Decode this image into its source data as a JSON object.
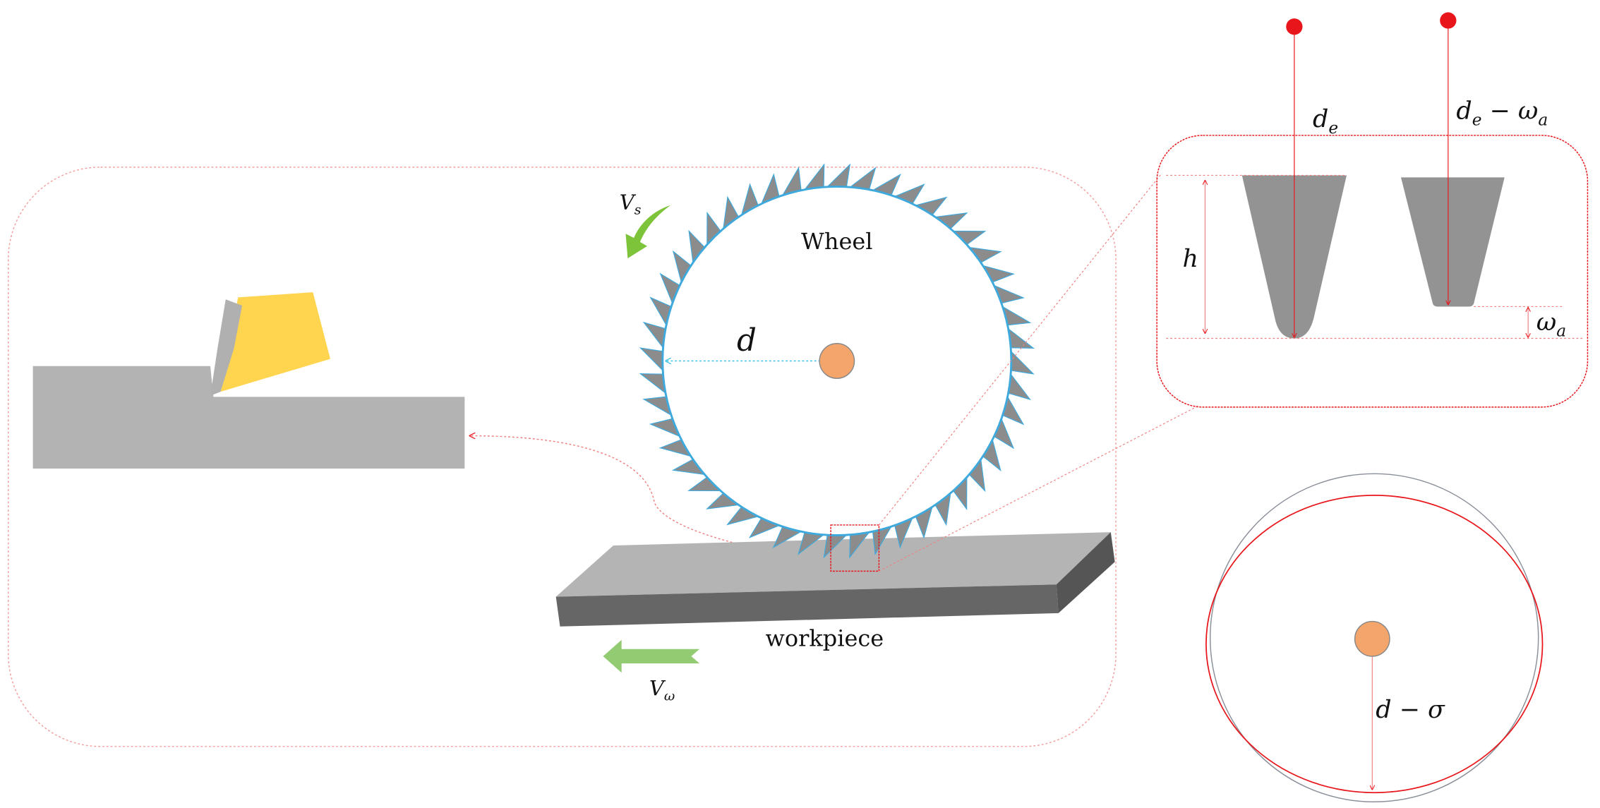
{
  "labels": {
    "wheel": "Wheel",
    "workpiece": "workpiece",
    "radius": "d",
    "wheel_speed": "V",
    "wheel_speed_sub": "s",
    "work_speed": "V",
    "work_speed_sub": "ω",
    "grain_depth": "d",
    "grain_depth_sub": "e",
    "worn_depth_main": "d",
    "worn_depth_sub": "e",
    "worn_depth_rest": " − ω",
    "worn_depth_rest_sub": "a",
    "height": "h",
    "wear": "ω",
    "wear_sub": "a",
    "reduced_radius": "d − σ"
  },
  "colors": {
    "accent_red": "#e8161b",
    "grain_gray": "#939393",
    "wheel_outline": "#3ea9dd",
    "hub": "#f4a56b",
    "arrow_green": "#7ec43a",
    "tool_yellow": "#ffd54f"
  },
  "wheel": {
    "teeth": 48
  }
}
